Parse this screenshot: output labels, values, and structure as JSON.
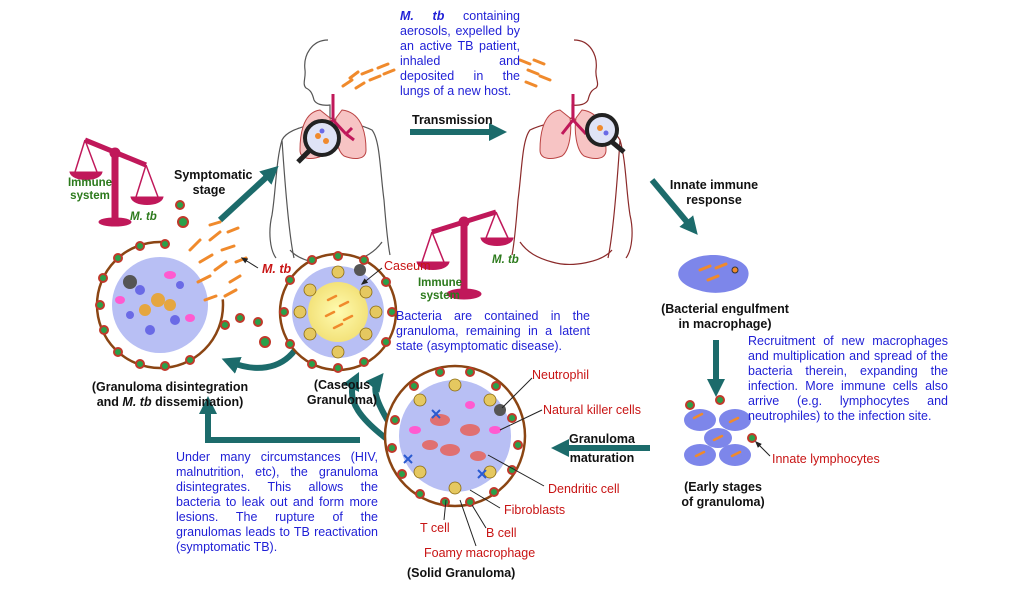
{
  "colors": {
    "arrow": "#1c6b6b",
    "text_blue": "#1f1fd6",
    "text_red": "#c81414",
    "text_green": "#2c7a1c",
    "scale": "#c0185a",
    "body_outline": "#555555",
    "bacteria": "#f08a2c",
    "cell_blue": "#6a6ae6",
    "cell_green": "#2aa04a"
  },
  "icons": [
    "human-body-left",
    "human-body-right",
    "lungs",
    "magnifier",
    "balance-scale",
    "bacteria",
    "granuloma"
  ],
  "aerosol_text": {
    "prefix": "M. tb",
    "rest": " containing aerosols, expelled by an active TB patient, inhaled and deposited in the lungs of a new host."
  },
  "transmission": "Transmission",
  "symptomatic_stage": [
    "Symptomatic",
    "stage"
  ],
  "innate_response": [
    "Innate immune",
    "response"
  ],
  "scale_left": {
    "immune": [
      "Immune",
      "system"
    ],
    "mtb": "M. tb"
  },
  "scale_center": {
    "immune": [
      "Immune",
      "system"
    ],
    "mtb": "M. tb"
  },
  "mtb_label": "M. tb",
  "caseum": "Caseum",
  "latent_text": "Bacteria are contained in the granuloma, remaining in a latent state (asymptomatic disease).",
  "engulfment": [
    "(Bacterial engulfment",
    "in macrophage)"
  ],
  "recruitment_text": "Recruitment of new macrophages and multiplication and spread of the bacteria therein, expanding the infection. More immune cells also arrive (e.g. lymphocytes and neutrophiles) to the infection site.",
  "innate_lymphocytes": "Innate lymphocytes",
  "early_stages": [
    "(Early stages",
    "of granuloma)"
  ],
  "granuloma_maturation": [
    "Granuloma",
    "maturation"
  ],
  "solid_labels": {
    "neutrophil": "Neutrophil",
    "nk": "Natural killer cells",
    "dendritic": "Dendritic cell",
    "fibroblasts": "Fibroblasts",
    "tcell": "T cell",
    "bcell": "B cell",
    "foamy": "Foamy macrophage"
  },
  "solid_granuloma": "(Solid Granuloma)",
  "caseous_granuloma": [
    "(Caseous",
    "Granuloma)"
  ],
  "disintegration": {
    "line1": "(Granuloma disintegration",
    "line2_pre": "and ",
    "line2_it": "M. tb",
    "line2_post": " dissemination)"
  },
  "reactivation_text": "Under many circumstances (HIV, malnutrition, etc), the granuloma disintegrates. This allows the bacteria to leak out and form more lesions. The rupture of the granulomas leads to TB reactivation (symptomatic TB)."
}
